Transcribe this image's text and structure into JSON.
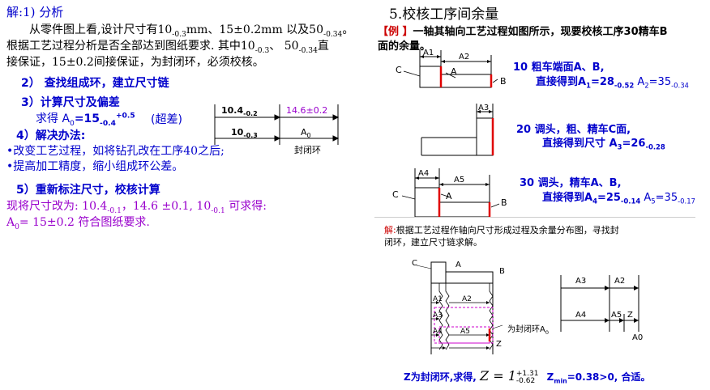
{
  "left": {
    "sol_title": "解:1) 分析",
    "para1_a": "从零件图上看,设计尺寸有10",
    "para1_sub1": "-0.3",
    "para1_b": "mm、15±0.2mm 以及50",
    "para1_sub2": "-0.34",
    "para1_c": "。",
    "para2_a": "根据工艺过程分析是否全部达到图纸要求. 其中10",
    "para2_sub1": "-0.3",
    "para2_b": "、 50",
    "para2_sub2": "-0.34",
    "para2_c": "直",
    "para3": "接保证，15±0.2间接保证，为封闭环，必须校核。",
    "step2": "2） 查找组成环，建立尺寸链",
    "step3": "3）计算尺寸及偏差",
    "result_a": "求得 A",
    "result_sub": "0",
    "result_b": "=15",
    "result_sub2": "-0.4",
    "result_sup": "+0.5",
    "overlimit": "(超差)",
    "step4": "4）解决办法:",
    "fix1": "•改变工艺过程，如将钻孔改在工序40之后;",
    "fix2": "•提高加工精度，缩小组成环公差。",
    "step5": "5）重新标注尺寸，校核计算",
    "new_a": "现将尺寸改为: 10.4",
    "new_sub1": "-0.1",
    "new_b": "，14.6 ±0.1, 10",
    "new_sub2": "-0.1",
    "new_c": "   可求得:",
    "final_a": "A",
    "final_sub": "0",
    "final_b": "= 15±0.2   符合图纸要求.",
    "chain": {
      "top_left": "10.4",
      "top_left_sub": "-0.2",
      "top_right": "14.6±0.2",
      "bot_left": "10",
      "bot_left_sub": "-0.3",
      "bot_right": "A",
      "bot_right_sub": "0",
      "closed_ring": "封闭环"
    }
  },
  "right": {
    "title": "5.校核工序间余量",
    "example_tag": "【例 】",
    "example_text1": "一轴其轴向工艺过程如图所示，现要校核工序30精车B",
    "example_text2": "面的余量。",
    "op10_line1": "10  粗车端面A、B,",
    "op10_line2a": "直接得到A",
    "op10_line2b": "=28",
    "op10_line2c": "-0.52",
    "op10_line2d": "  A",
    "op10_line2e": "=35",
    "op10_line2f": "-0.34",
    "op20_line1": "20  调头，粗、精车C面,",
    "op20_line2a": "直接得到尺寸     A",
    "op20_line2b": "=26",
    "op20_line2c": "-0.28",
    "op30_line1": "30  调头，精车A、B,",
    "op30_line2a": "直接得到A",
    "op30_line2b": "=25",
    "op30_line2c": "-0.14",
    "op30_line2d": "  A",
    "op30_line2e": "=35",
    "op30_line2f": "-0.17",
    "sol_tag": "解:",
    "sol_text1": "根据工艺过程作轴向尺寸形成过程及余量分布图，寻找封",
    "sol_text2": "闭环，建立尺寸链求解。",
    "closed_ring_label": "为封闭环A",
    "z_text_a": "Z为封闭环,求得,",
    "z_formula": "Z = 1",
    "z_sup": "+1.31",
    "z_sub": "-0.62",
    "z_min_a": "Z",
    "z_min_sub": "min",
    "z_min_b": "=0.38>0, 合适。",
    "labels": {
      "A": "A",
      "B": "B",
      "C": "C",
      "Z": "Z",
      "A1": "A1",
      "A2": "A2",
      "A3": "A3",
      "A4": "A4",
      "A5": "A5",
      "A0": "A0"
    }
  },
  "colors": {
    "blue": "#0000cc",
    "purple": "#9900cc",
    "red": "#cc0000"
  }
}
